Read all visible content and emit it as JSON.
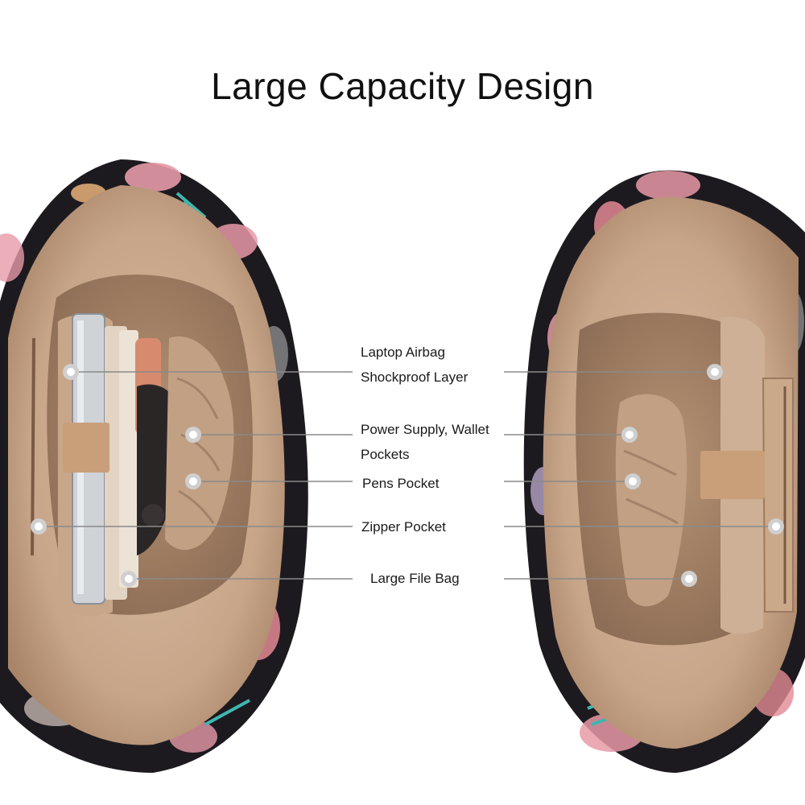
{
  "title": "Large Capacity Design",
  "labels": {
    "laptop_airbag": "Laptop Airbag",
    "shockproof_layer": "Shockproof Layer",
    "power_supply_wallet": "Power Supply, Wallet",
    "pockets": "Pockets",
    "pens_pocket": "Pens Pocket",
    "zipper_pocket": "Zipper Pocket",
    "large_file_bag": "Large File Bag"
  },
  "colors": {
    "background": "#ffffff",
    "lining": "#c9a98a",
    "lining_dark": "#a4826a",
    "bag_print": "#1d1a1f",
    "callout_line": "#8a8a8a",
    "marker": "#ffffff"
  }
}
